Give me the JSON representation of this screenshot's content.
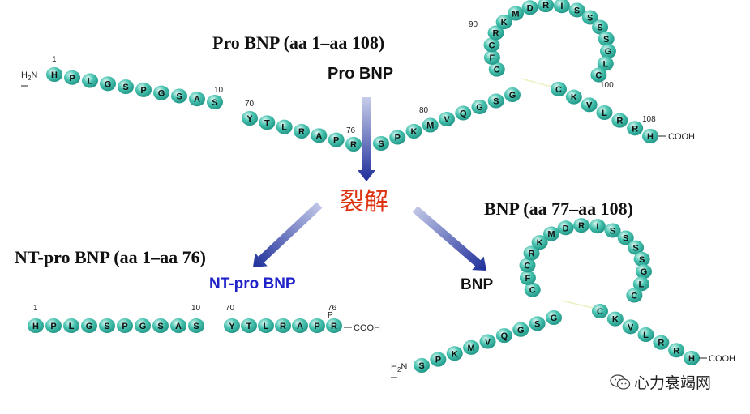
{
  "titles": {
    "pro_bnp_full": "Pro BNP (aa 1–aa 108)",
    "pro_bnp_short": "Pro BNP",
    "cleavage": "裂解",
    "nt_full": "NT-pro BNP (aa 1–aa 76)",
    "nt_short": "NT-pro BNP",
    "bnp_full": "BNP (aa 77–aa 108)",
    "bnp_short": "BNP"
  },
  "terminals": {
    "n": "H2N",
    "c": "COOH"
  },
  "watermark": "心力衰竭网",
  "colors": {
    "bead": "#40c0ad",
    "arrow": "#1e2e9a",
    "cleavage": "#dd3311",
    "nt_label": "#1f21c9"
  },
  "diagram": {
    "pro_bnp": {
      "chain": [
        "H",
        "P",
        "L",
        "G",
        "S",
        "P",
        "G",
        "S",
        "A",
        "S"
      ],
      "mid": [
        "Y",
        "T",
        "L",
        "R",
        "A",
        "P",
        "R",
        "S",
        "P",
        "K",
        "M",
        "V",
        "Q",
        "G",
        "S",
        "G"
      ],
      "loop": [
        "C",
        "F",
        "C",
        "R",
        "K",
        "M",
        "D",
        "R",
        "I",
        "S",
        "S",
        "S",
        "S",
        "G",
        "L",
        "C"
      ],
      "tail": [
        "C",
        "K",
        "V",
        "L",
        "R",
        "R",
        "H"
      ],
      "numbers": [
        "1",
        "10",
        "70",
        "76",
        "80",
        "90",
        "100",
        "108"
      ]
    },
    "nt_pro_bnp": {
      "part1": [
        "H",
        "P",
        "L",
        "G",
        "S",
        "P",
        "G",
        "S",
        "A",
        "S"
      ],
      "part2": [
        "Y",
        "T",
        "L",
        "R",
        "A",
        "P",
        "R"
      ],
      "numbers": [
        "1",
        "10",
        "70",
        "76"
      ],
      "mark": "P"
    },
    "bnp": {
      "chain": [
        "S",
        "P",
        "K",
        "M",
        "V",
        "Q",
        "G",
        "S",
        "G"
      ],
      "loop": [
        "C",
        "F",
        "C",
        "R",
        "K",
        "M",
        "D",
        "R",
        "I",
        "S",
        "S",
        "S",
        "S",
        "G",
        "L",
        "C"
      ],
      "tail": [
        "C",
        "K",
        "V",
        "L",
        "R",
        "R",
        "H"
      ]
    }
  }
}
